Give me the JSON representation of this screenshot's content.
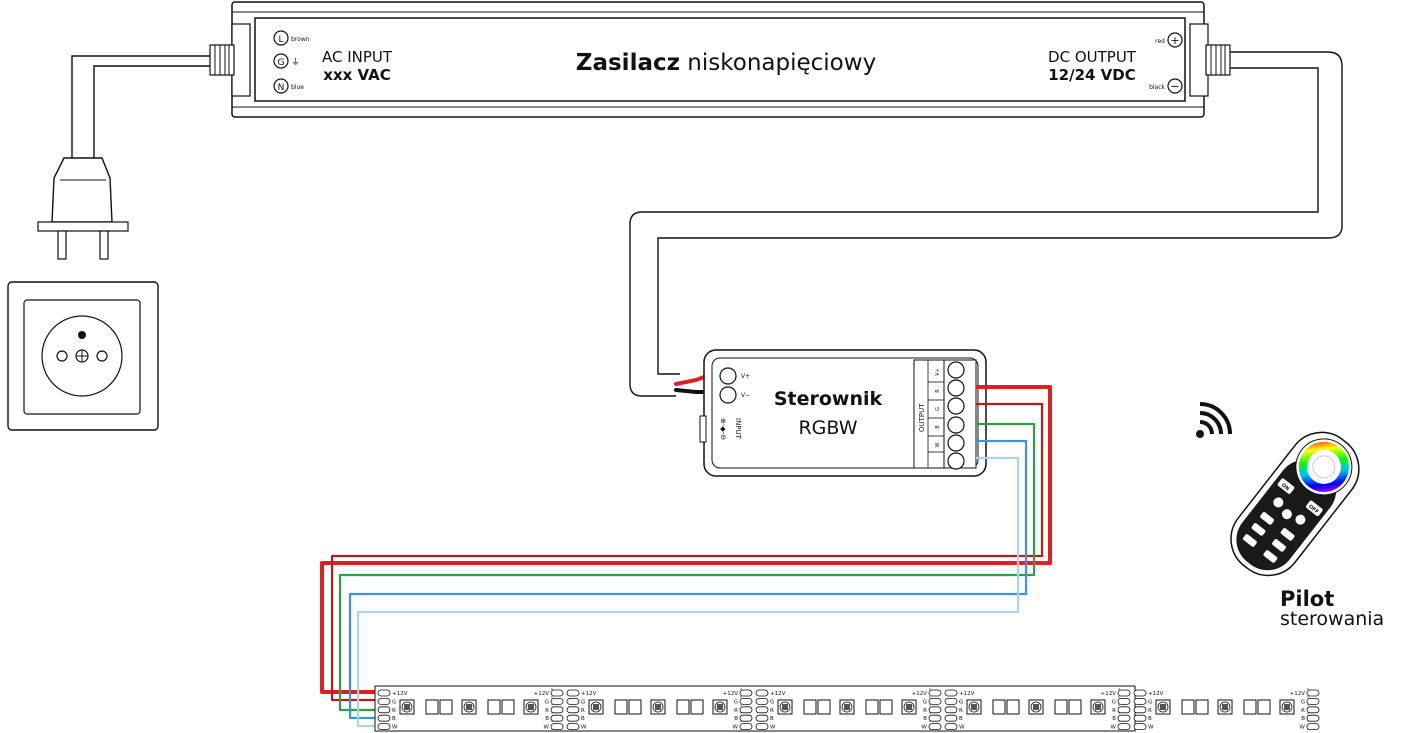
{
  "power_supply": {
    "title_bold": "Zasilacz",
    "title_rest": " niskonapięciowy",
    "ac_input_label": "AC INPUT",
    "ac_input_value": "xxx VAC",
    "dc_output_label": "DC OUTPUT",
    "dc_output_value": "12/24 VDC",
    "terminals_ac": [
      {
        "symbol": "L",
        "wire": "brown"
      },
      {
        "symbol": "G",
        "wire": "⏚"
      },
      {
        "symbol": "N",
        "wire": "blue"
      }
    ],
    "terminals_dc": [
      {
        "symbol": "+",
        "wire": "red"
      },
      {
        "symbol": "−",
        "wire": "black"
      }
    ]
  },
  "controller": {
    "title": "Sterownik",
    "subtitle": "RGBW",
    "input_label": "INPUT",
    "input_terminals": [
      "V+",
      "V−"
    ],
    "output_label": "OUTPUT",
    "output_terminals": [
      "V+",
      "R",
      "G",
      "B",
      "W"
    ]
  },
  "remote": {
    "title": "Pilot",
    "subtitle": "sterowania",
    "buttons": [
      "ON",
      "OFF"
    ]
  },
  "strip": {
    "pin_labels": [
      "+12V",
      "G",
      "R",
      "B",
      "W"
    ],
    "segments": 5
  },
  "colors": {
    "red": "#e02020",
    "dark_red": "#b71c1c",
    "green": "#2e9e4a",
    "blue": "#3a96d6",
    "light_blue": "#a9d3ef",
    "black": "#111111"
  }
}
